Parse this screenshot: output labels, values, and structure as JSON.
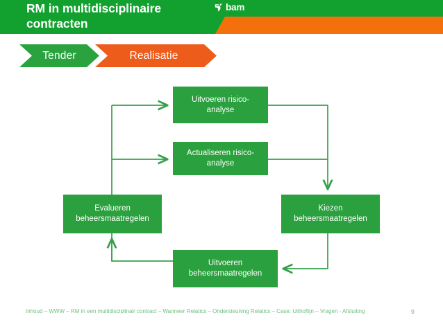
{
  "header": {
    "title": "RM in multidisciplinaire contracten",
    "logo_text": "bam",
    "logo_icon": "bam-bird-mark-icon",
    "green": "#12a12e",
    "orange": "#f4700c"
  },
  "phases": [
    {
      "label": "Tender",
      "color": "#2aa33f",
      "state": "past"
    },
    {
      "label": "Realisatie",
      "color": "#ee5c1b",
      "state": "current"
    }
  ],
  "diagram": {
    "accent": "#2ba03e",
    "line_color": "#35a04a",
    "nodes": [
      {
        "id": "uitvoeren-risico",
        "line1": "Uitvoeren risico-",
        "line2": "analyse"
      },
      {
        "id": "actualiseren-risico",
        "line1": "Actualiseren risico-",
        "line2": "analyse"
      },
      {
        "id": "kiezen",
        "line1": "Kiezen",
        "line2": "beheersmaatregelen"
      },
      {
        "id": "evalueren",
        "line1": "Evalueren",
        "line2": "beheersmaatregelen"
      },
      {
        "id": "uitvoeren-maatregelen",
        "line1": "Uitvoeren",
        "line2": "beheersmaatregelen"
      }
    ]
  },
  "footer": {
    "text": "Inhoud – WWW – RM in een multidisciplinair contract – Wanneer Relatics – Ondersteuning Relatics – Case: Uithoflijn – Vragen - Afsluiting",
    "page": "9",
    "color": "#6cbf7e"
  }
}
